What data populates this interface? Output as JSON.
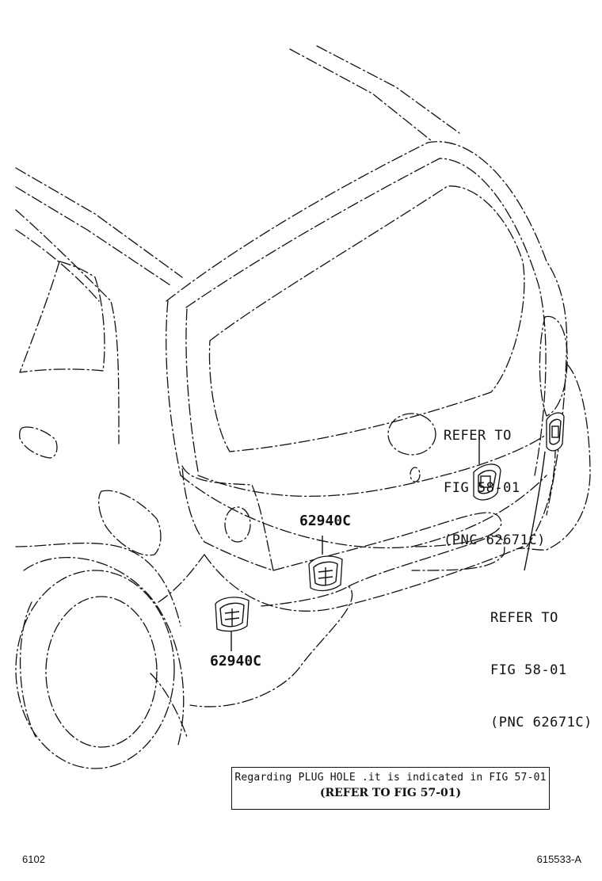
{
  "parts": [
    {
      "code": "62940C"
    },
    {
      "code": "62940C"
    }
  ],
  "references": [
    {
      "lines": [
        "REFER TO",
        "FIG 58-01",
        "(PNC 62671C)"
      ]
    },
    {
      "lines": [
        "REFER TO",
        "FIG 58-01",
        "(PNC 62671C)"
      ]
    }
  ],
  "note": {
    "line1": "Regarding PLUG HOLE .it is indicated in FIG 57-01",
    "line2": "(REFER TO FIG 57-01)"
  },
  "footer": {
    "left": "6102",
    "right": "615533-A"
  },
  "colors": {
    "line": "#111111",
    "background": "#ffffff"
  }
}
